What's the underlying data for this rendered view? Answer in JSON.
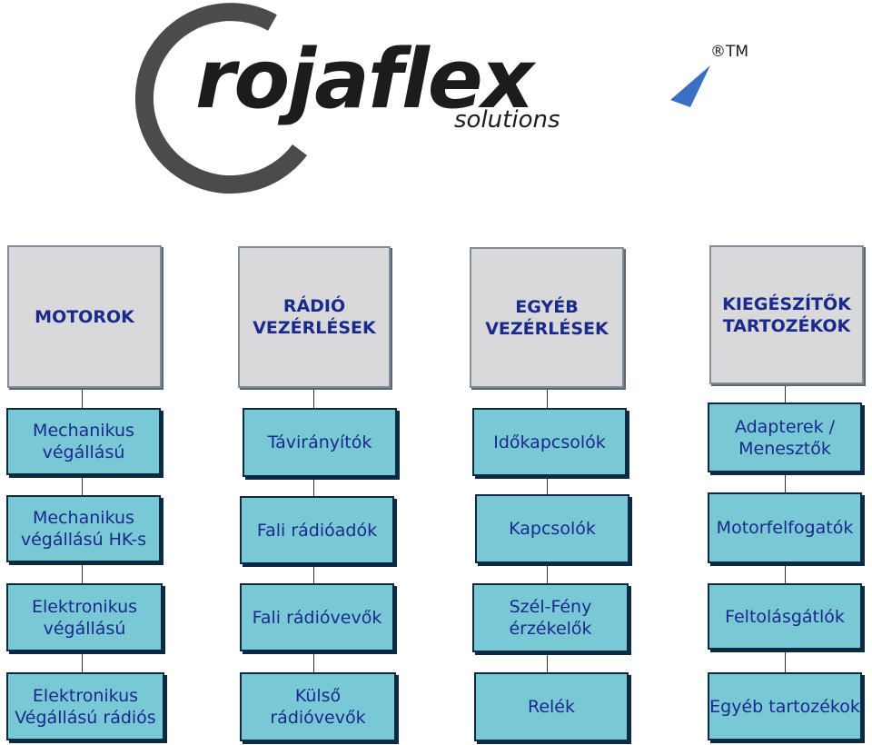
{
  "logo": {
    "brand": "rojaflex",
    "tagline": "solutions",
    "marks": "®TM",
    "colors": {
      "ring": "#4b4b4b",
      "text": "#1c1c1c",
      "accent": "#3b6fc4"
    }
  },
  "columns": [
    {
      "header": "MOTOROK",
      "items": [
        "Mechanikus\nvégállású",
        "Mechanikus\nvégállású HK-s",
        "Elektronikus\nvégállású",
        "Elektronikus\nVégállású rádiós"
      ]
    },
    {
      "header": "RÁDIÓ\nVEZÉRLÉSEK",
      "items": [
        "Távirányítók",
        "Fali rádióadók",
        "Fali rádióvevők",
        "Külső\nrádióvevők"
      ]
    },
    {
      "header": "EGYÉB\nVEZÉRLÉSEK",
      "items": [
        "Időkapcsolók",
        "Kapcsolók",
        "Szél-Fény\nérzékelők",
        "Relék"
      ]
    },
    {
      "header": "KIEGÉSZÍTŐK\nTARTOZÉKOK",
      "items": [
        "Adapterek /\nMenesztők",
        "Motorfelfogatók",
        "Feltolásgátlók",
        "Egyéb tartozékok"
      ]
    }
  ],
  "colors": {
    "header_fill": "#d9d9db",
    "item_fill": "#78c8d6",
    "text": "#1a2a8c",
    "border": "#0d2a45"
  }
}
